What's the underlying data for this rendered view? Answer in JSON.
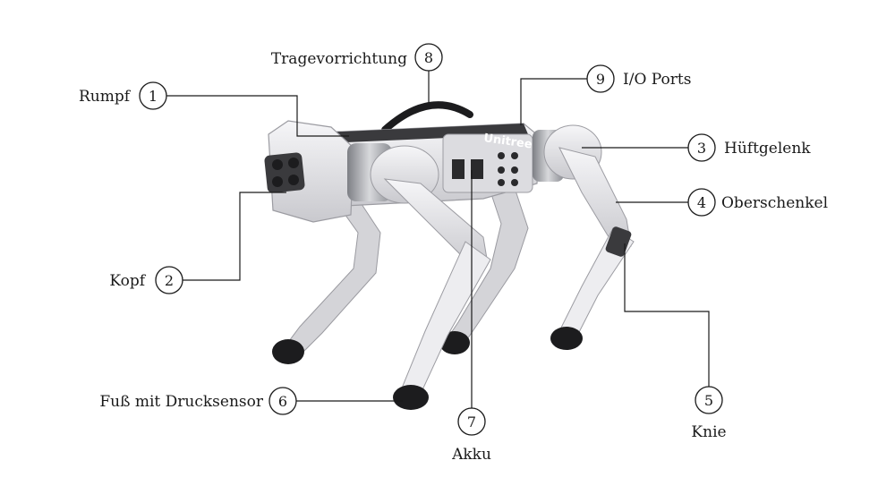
{
  "callouts": [
    {
      "num": "1",
      "label": "Rumpf"
    },
    {
      "num": "2",
      "label": "Kopf"
    },
    {
      "num": "3",
      "label": "Hüftgelenk"
    },
    {
      "num": "4",
      "label": "Oberschenkel"
    },
    {
      "num": "5",
      "label": "Knie"
    },
    {
      "num": "6",
      "label": "Fuß mit Drucksensor"
    },
    {
      "num": "7",
      "label": "Akku"
    },
    {
      "num": "8",
      "label": "Tragevorrichtung"
    },
    {
      "num": "9",
      "label": "I/O Ports"
    }
  ],
  "robot": {
    "brand_text": "Unitree",
    "colors": {
      "shell": "#e9e9ec",
      "shell_shadow": "#b9b9be",
      "metal": "#8e9096",
      "foot": "#1c1c1e",
      "dark": "#2a2a2c"
    }
  }
}
